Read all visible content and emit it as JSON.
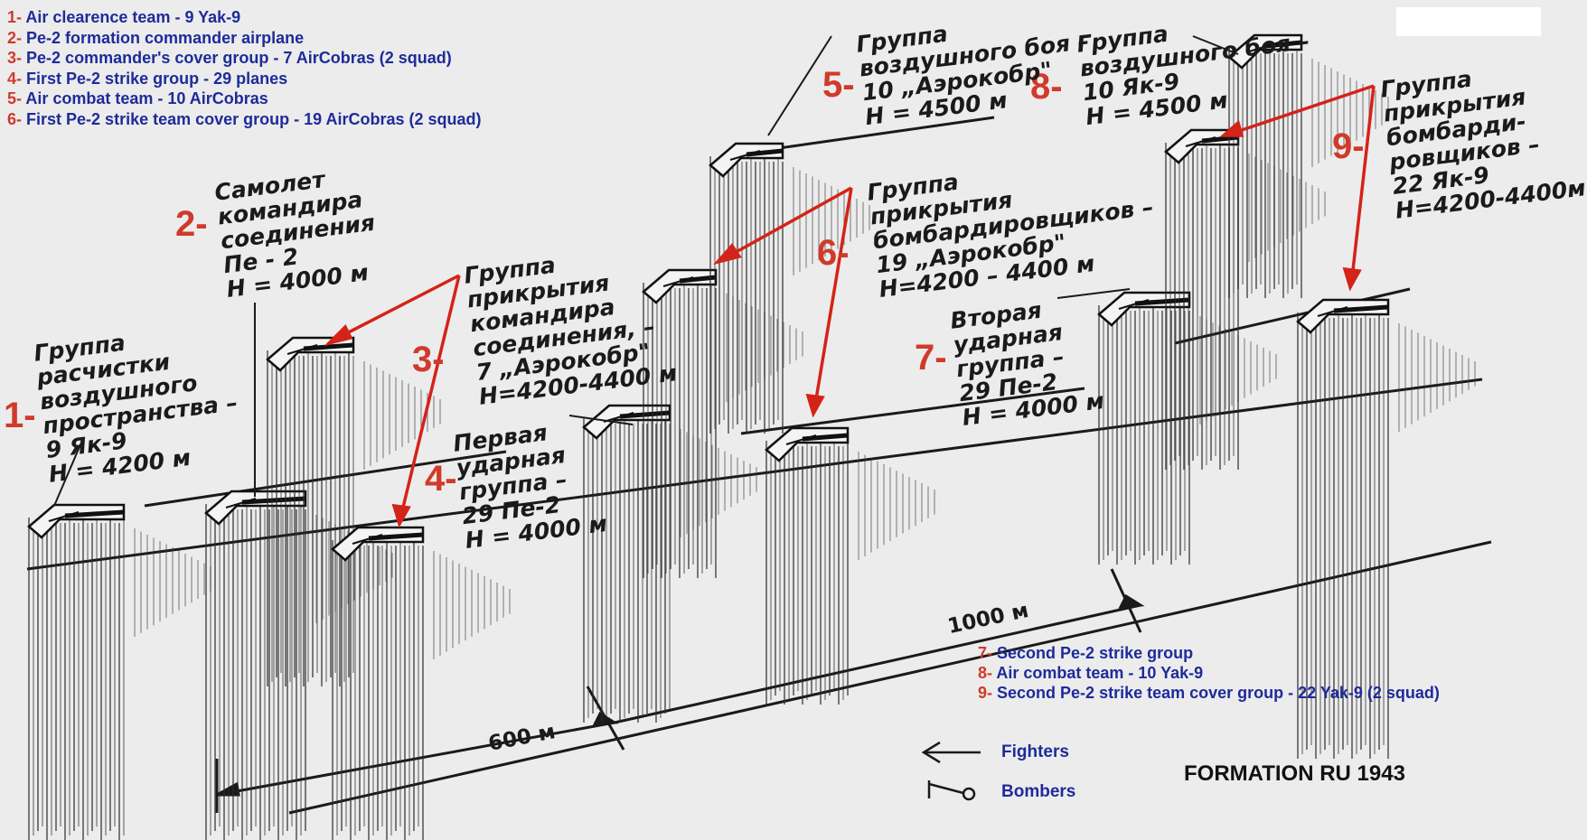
{
  "legend_top": [
    {
      "num": "1-",
      "text": "Air clearence team - 9 Yak-9"
    },
    {
      "num": "2-",
      "text": "Pe-2 formation commander airplane"
    },
    {
      "num": "3-",
      "text": "Pe-2 commander's cover group - 7 AirCobras (2 squad)"
    },
    {
      "num": "4-",
      "text": "First Pe-2 strike group - 29 planes"
    },
    {
      "num": "5-",
      "text": "Air combat team - 10 AirCobras"
    },
    {
      "num": "6-",
      "text": "First Pe-2 strike team cover group - 19 AirCobras (2 squad)"
    }
  ],
  "legend_bottom": [
    {
      "num": "7-",
      "text": "Second Pe-2 strike group"
    },
    {
      "num": "8-",
      "text": "Air combat team - 10 Yak-9"
    },
    {
      "num": "9-",
      "text": "Second Pe-2 strike team cover group - 22 Yak-9 (2 squad)"
    }
  ],
  "key": {
    "fighters": "Fighters",
    "bombers": "Bombers"
  },
  "title": "FORMATION RU 1943",
  "numbers": [
    "1-",
    "2-",
    "3-",
    "4-",
    "5-",
    "6-",
    "7-",
    "8-",
    "9-"
  ],
  "labels": {
    "g1": "Группа\nрасчистки\nвоздушного\nпространства –\n9 Як-9\nН = 4200 м",
    "g2": "Самолет\nкомандира\nсоединения\nПе - 2\nН = 4000 м",
    "g3": "Группа\nприкрытия\nкомандира\nсоединения, –\n7 „Аэрокобр\"\nН=4200-4400 м",
    "g4": "Первая\nударная\nгруппа –\n29 Пе-2\nН = 4000 м",
    "g5": "Группа\nвоздушного боя –\n10 „Аэрокобр\"\nН = 4500 м",
    "g6": "Группа\nприкрытия\nбомбардировщиков –\n19 „Аэрокобр\"\nН=4200 – 4400 м",
    "g7": "Вторая\nударная\nгруппа –\n29 Пе-2\nН = 4000 м",
    "g8": "Группа\nвоздушного боя –\n10 Як-9\nН = 4500 м",
    "g9": "Группа\nприкрытия\nбомбарди-\nровщиков –\n22 Як-9\nН=4200-4400м"
  },
  "distances": {
    "d600": "600 м",
    "d1000": "1000 м"
  },
  "colors": {
    "accent_red": "#d03a2a",
    "legend_blue": "#1e2b9a",
    "ink": "#1a1a1a",
    "paper": "#ececec"
  }
}
